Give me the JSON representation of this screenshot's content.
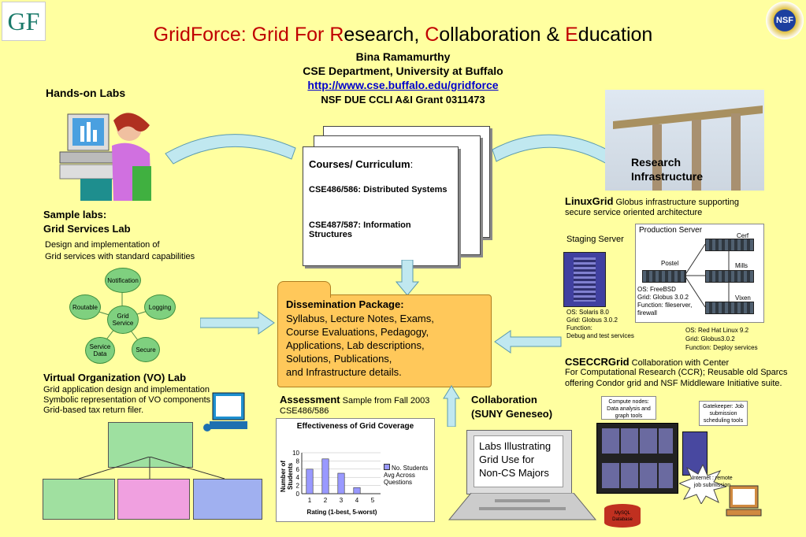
{
  "header": {
    "title_part1": "GridForce: Grid For ",
    "title_R": "R",
    "title_esearch": "esearch, ",
    "title_C": "C",
    "title_ollab": "ollaboration & ",
    "title_E": "E",
    "title_ducation": "ducation",
    "author": "Bina Ramamurthy",
    "dept": "CSE Department, University at Buffalo",
    "url": "http://www.cse.buffalo.edu/gridforce",
    "grant": "NSF DUE CCLI A&I Grant 0311473"
  },
  "logos": {
    "gf": "GF",
    "nsf": "NSF"
  },
  "left": {
    "hands_on": "Hands-on Labs",
    "sample_labs": "Sample labs:",
    "grid_services_lab": "Grid Services Lab",
    "design_line1": "Design and implementation of",
    "design_line2": "Grid services with standard capabilities",
    "vo_title": "Virtual Organization (VO)  Lab",
    "vo_line1": "Grid application design and implementation",
    "vo_line2": "Symbolic representation of VO components",
    "vo_line3": "Grid-based tax return filer."
  },
  "grid_service": {
    "center": "Grid Service",
    "nodes": [
      "Notification",
      "Logging",
      "Secure",
      "Service Data",
      "Routable"
    ]
  },
  "courses": {
    "title": "Courses/ Curriculum",
    "colon": ":",
    "c1": "CSE486/586: Distributed Systems",
    "c2": "CSE487/587: Information Structures"
  },
  "dissemination": {
    "title": "Dissemination Package:",
    "lines": [
      "Syllabus, Lecture Notes, Exams,",
      "Course Evaluations, Pedagogy,",
      "Applications, Lab descriptions,",
      "Solutions, Publications,",
      "and Infrastructure details."
    ]
  },
  "assessment": {
    "title": "Assessment",
    "sub": " Sample from Fall 2003",
    "course": "CSE486/586"
  },
  "chart_data": {
    "type": "bar",
    "title": "Effectiveness of Grid Coverage",
    "xlabel": "Rating (1-best, 5-worst)",
    "ylabel": "Number of Students",
    "categories": [
      "1",
      "2",
      "3",
      "4",
      "5"
    ],
    "series": [
      {
        "name": "No. Students Avg Across Questions",
        "values": [
          6,
          8.5,
          5,
          1.5,
          0
        ]
      }
    ],
    "ylim": [
      0,
      10
    ],
    "yticks": [
      "0",
      "2",
      "4",
      "6",
      "8",
      "10"
    ],
    "grid": true,
    "legend": "right",
    "bar_color": "#9999ff"
  },
  "collaboration": {
    "title1": "Collaboration",
    "title2": "(SUNY Geneseo)",
    "screen1": "Labs Illustrating",
    "screen2": "Grid Use for",
    "screen3": "Non-CS Majors"
  },
  "research": {
    "line1": "Research",
    "line2": "Infrastructure"
  },
  "linuxgrid": {
    "title": "LinuxGrid",
    "desc1": " Globus infrastructure supporting",
    "desc2": "secure service oriented architecture",
    "staging": "Staging Server",
    "production": "Production Server",
    "staging_os": [
      "OS: Solaris 8.0",
      "Grid: Globus 3.0.2",
      "Function:",
      "Debug and test services"
    ],
    "postel": "Postel",
    "cerf": "Cerf",
    "mills": "Mills",
    "vixen": "Vixen",
    "postel_os": [
      "OS: FreeBSD",
      "Grid: Globus 3.0.2",
      "Function: fileserver,",
      "firewall"
    ],
    "prod_os": [
      "OS: Red Hat Linux 9.2",
      "Grid: Globus3.0.2",
      "Function: Deploy services"
    ]
  },
  "csec": {
    "title": "CSECCRGrid",
    "desc": " Collaboration with Center",
    "line2": "For Computational Research (CCR); Reusable old Sparcs",
    "line3": "offering Condor grid and NSF Middleware Initiative suite.",
    "compute": "Compute nodes: Data analysis and graph tools",
    "gatekeeper": "Gatekeeper: Job submission scheduling tools",
    "internet": "Internet : remote job submission",
    "mysql": "MySQL Database"
  }
}
